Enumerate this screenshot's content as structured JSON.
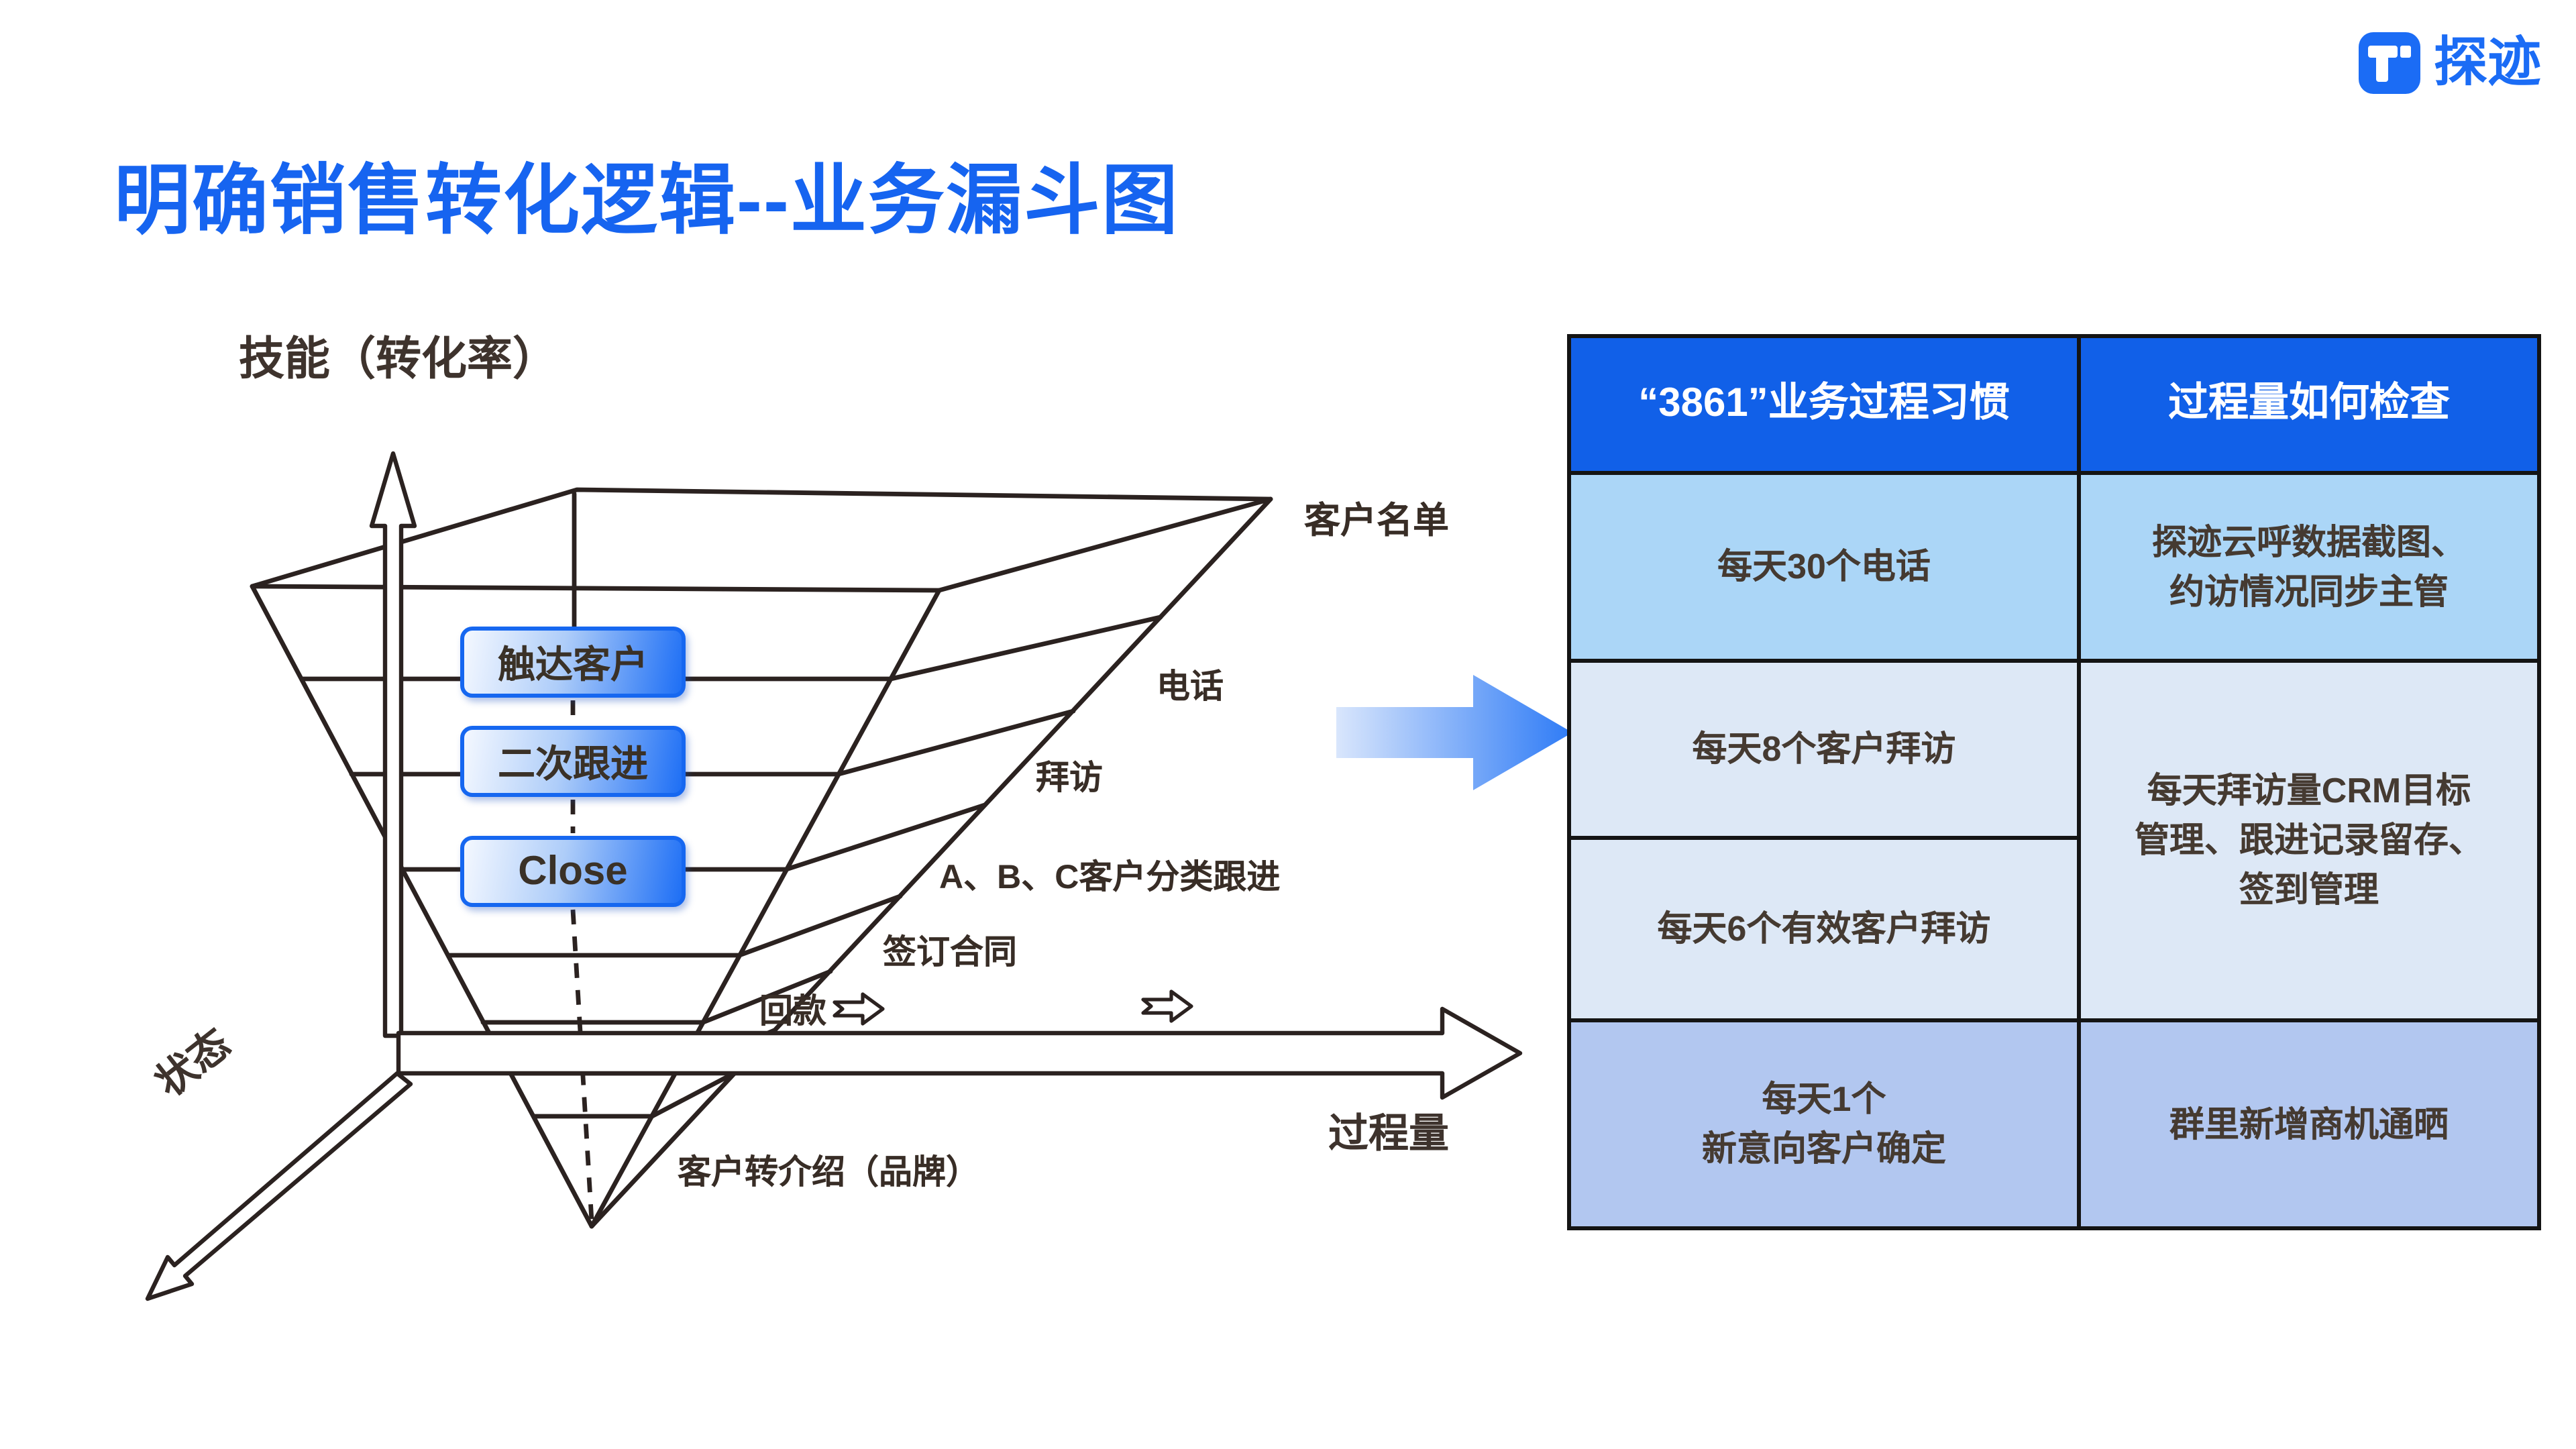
{
  "slide": {
    "title": "明确销售转化逻辑--业务漏斗图"
  },
  "logo": {
    "text": "探迹"
  },
  "funnel": {
    "y_axis_label": "技能（转化率）",
    "x_axis_label": "过程量",
    "z_axis_label": "状态",
    "buttons": [
      "触达客户",
      "二次跟进",
      "Close"
    ],
    "levels": [
      "客户名单",
      "电话",
      "拜访",
      "A、B、C客户分类跟进",
      "签订合同",
      "回款",
      "客户转介绍（品牌）"
    ]
  },
  "table": {
    "header_left": "“3861”业务过程习惯",
    "header_right": "过程量如何检查",
    "rows": {
      "r1c1": "每天30个电话",
      "r1c2_line1": "探迹云呼数据截图、",
      "r1c2_line2": "约访情况同步主管",
      "r2c1": "每天8个客户拜访",
      "r23c2_line1": "每天拜访量CRM目标",
      "r23c2_line2": "管理、跟进记录留存、",
      "r23c2_line3": "签到管理",
      "r3c1": "每天6个有效客户拜访",
      "r4c1_line1": "每天1个",
      "r4c1_line2": "新意向客户确定",
      "r4c2": "群里新增商机通晒"
    }
  },
  "colors": {
    "title_blue": "#1664F0",
    "logo_blue": "#1B6CF5",
    "table_header_bg": "#1160E8",
    "table_row1_bg": "#ABD6F7",
    "table_row23_bg": "#DDE8F6",
    "table_row4_bg": "#B2C7F0",
    "button_border": "#1667F0",
    "button_gradient_end": "#1E6FF5",
    "big_arrow_gradient": [
      "#D9E6FC",
      "#2E7BF6"
    ],
    "ink": "#2B2220"
  }
}
